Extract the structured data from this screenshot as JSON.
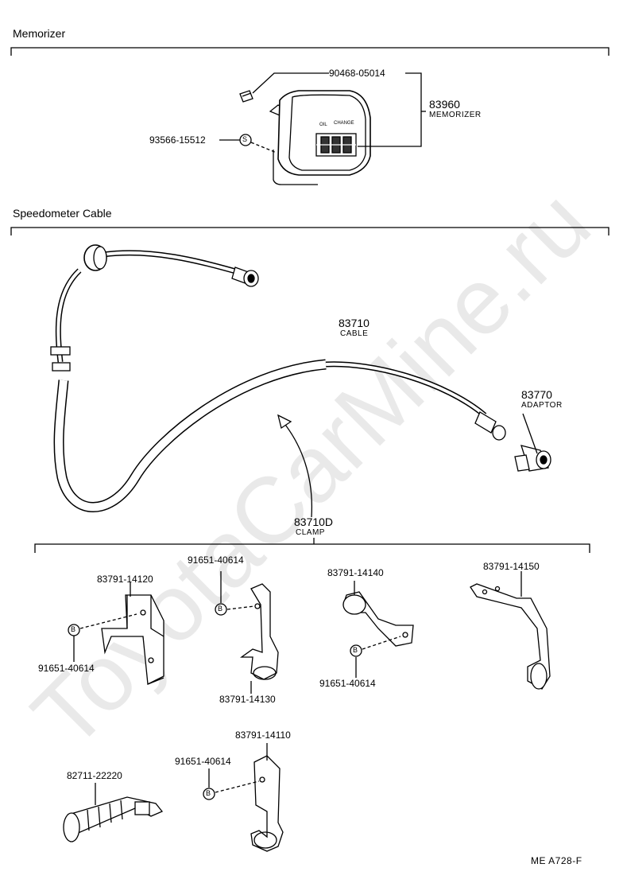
{
  "sections": {
    "memorizer": "Memorizer",
    "speedometer": "Speedometer Cable"
  },
  "memorizer_parts": {
    "bolt": "90468-05014",
    "screw": "93566-15512",
    "memorizer_no": "83960",
    "memorizer_name": "MEMORIZER",
    "symbol_s": "S",
    "dial_label_a": "OIL",
    "dial_label_b": "CHANGE"
  },
  "cable_parts": {
    "cable_no": "83710",
    "cable_name": "CABLE",
    "adaptor_no": "83770",
    "adaptor_name": "ADAPTOR",
    "clamp_no": "83710D",
    "clamp_name": "CLAMP"
  },
  "clamp_parts": {
    "c14120": "83791-14120",
    "bolt_a": "91651-40614",
    "bolt_b": "91651-40614",
    "c14130": "83791-14130",
    "c14140": "83791-14140",
    "bolt_c": "91651-40614",
    "c14150": "83791-14150",
    "c14110": "83791-14110",
    "bolt_d": "91651-40614",
    "c22220": "82711-22220",
    "symbol_b": "B"
  },
  "footer": {
    "code": "ME  A728-F"
  },
  "watermark": "ToyotaCarMine.ru"
}
